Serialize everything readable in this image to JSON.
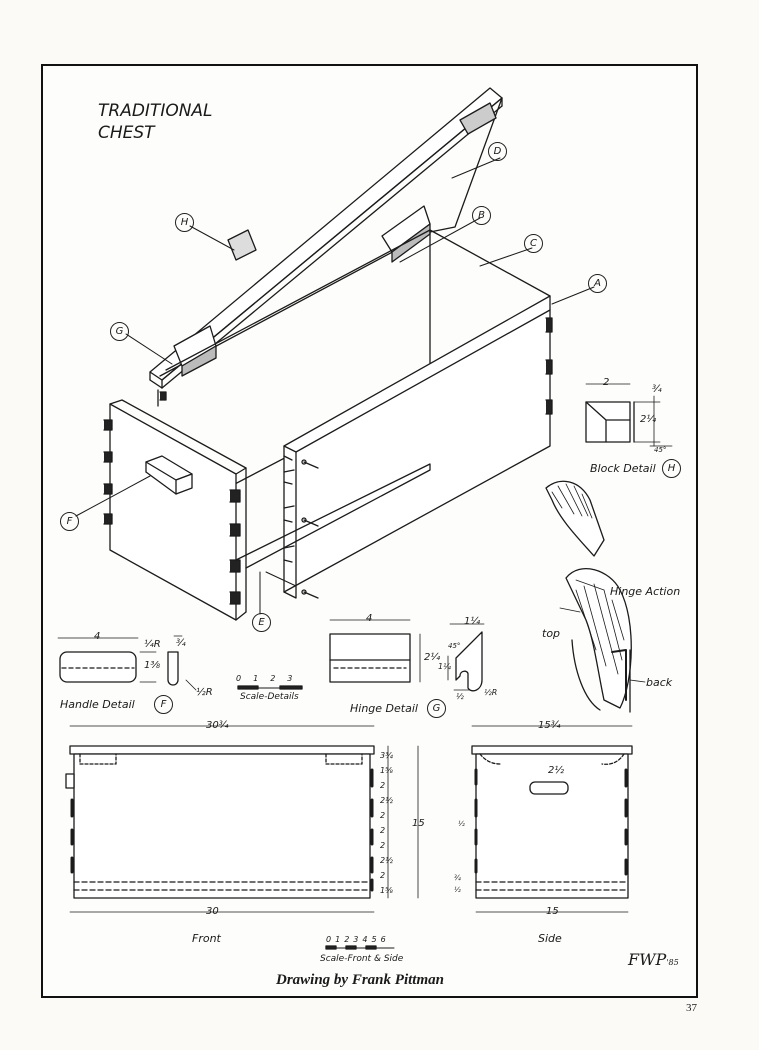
{
  "title": "TRADITIONAL\nCHEST",
  "callouts": {
    "A": "A",
    "B": "B",
    "C": "C",
    "D": "D",
    "E": "E",
    "F": "F",
    "G": "G",
    "H": "H"
  },
  "details": {
    "block": {
      "label": "Block Detail",
      "width": "2",
      "height": "2¼",
      "top": "¾",
      "angle": "45°"
    },
    "handle": {
      "label": "Handle Detail",
      "length": "4",
      "radius_top": "¼R",
      "height": "1⅜",
      "thickness": "¾",
      "radius_bottom": "½R"
    },
    "hinge": {
      "label": "Hinge Detail",
      "length": "4",
      "height": "2¼",
      "top": "1¼",
      "angle": "45°",
      "side": "1¼",
      "bottom": "½",
      "radius": "½R"
    },
    "hinge_action": {
      "label": "Hinge Action",
      "top_label": "top",
      "back_label": "back"
    },
    "scale_details": {
      "label": "Scale-Details",
      "ticks": [
        "0",
        "1",
        "2",
        "3"
      ]
    }
  },
  "front": {
    "label": "Front",
    "overall_width": "30¾",
    "base_width": "30",
    "height": "15",
    "right_dims": [
      "1⅝",
      "2",
      "2½",
      "2",
      "2",
      "2",
      "2½",
      "2",
      "1⅝",
      "3¾"
    ]
  },
  "side": {
    "label": "Side",
    "overall_width": "15¾",
    "base_width": "15",
    "handle_dim": "2½",
    "left_dims": [
      "½",
      "¾",
      "½"
    ]
  },
  "scale_front_side": {
    "label": "Scale-Front & Side",
    "ticks": [
      "0",
      "1",
      "2",
      "3",
      "4",
      "5",
      "6"
    ]
  },
  "signature": {
    "initials": "FWP",
    "year": "'85"
  },
  "credit": "Drawing by Frank Pittman",
  "page_number": "37"
}
